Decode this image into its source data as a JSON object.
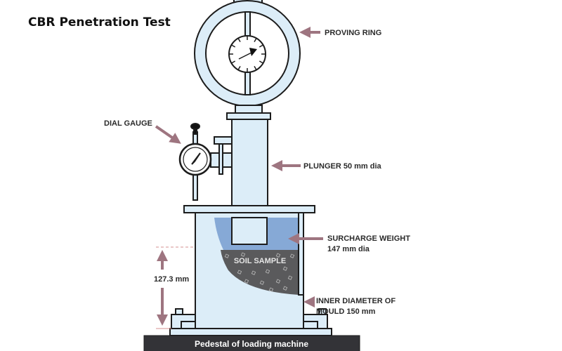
{
  "title": "CBR Penetration Test",
  "labels": {
    "proving_ring": "PROVING RING",
    "dial_gauge": "DIAL GAUGE",
    "plunger": "PLUNGER 50 mm dia",
    "surcharge_line1": "SURCHARGE WEIGHT",
    "surcharge_line2": "147 mm dia",
    "mould_line1": "INNER DIAMETER OF",
    "mould_line2": "MOULD 150 mm",
    "soil_sample": "SOIL SAMPLE",
    "height": "127.3 mm",
    "pedestal": "Pedestal of loading machine"
  },
  "colors": {
    "metal": "#dcedf8",
    "water": "#86a9d6",
    "soil": "#5a5a5c",
    "arrow": "#9e7580",
    "pedestal": "#333337",
    "stroke": "#1c1c1c"
  }
}
